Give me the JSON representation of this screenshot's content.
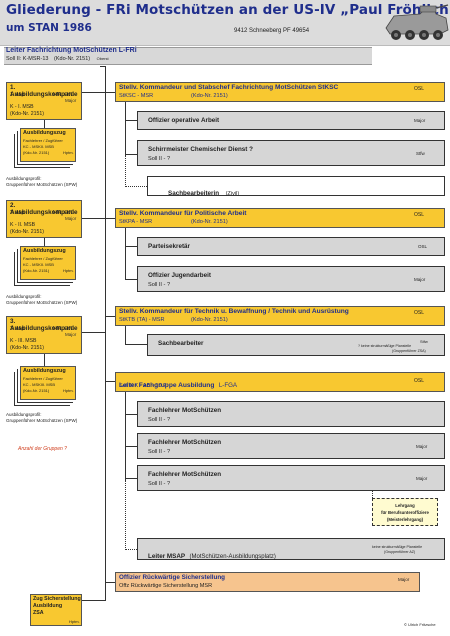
{
  "header": {
    "title": "Gliederung - FRi Motschützen an der US-IV „Paul Fröhlich“",
    "subtitle": "um STAN 1986",
    "address": "9412 Schneeberg PF 49654"
  },
  "leiter": {
    "title": "Leiter Fachrichtung MotSchützen L-FRi",
    "soll": "Soll II:   K-MSR-13",
    "kdo": "(Kdo-Nr. 2151)",
    "rank": "Oberst"
  },
  "companies": [
    {
      "title": "1. Ausbildungskompanie",
      "akp": "1. Akp",
      "hfl": "HFL / KC",
      "rank": "Major",
      "msb": "K - I. MSB",
      "kdo": "(Kdo-Nr. 2151)",
      "zug_title": "Ausbildungszug",
      "zug_l1": "Fachlehrer / Zugführer",
      "zug_l2": "KC - MSKII. MSB",
      "zug_l3": "(Kdo-Nr. 2151)",
      "zug_rank": "Hptm.",
      "profil1": "Ausbildungsprofil:",
      "profil2": "Gruppenführer MotSchützen (SPW)"
    },
    {
      "title": "2. Ausbildungskompanie",
      "akp": "2. Akp",
      "hfl": "HFL / KC",
      "rank": "Major",
      "msb": "K - II. MSB",
      "kdo": "(Kdo-Nr. 2151)",
      "zug_title": "Ausbildungszug",
      "zug_l1": "Fachlehrer / Zugführer",
      "zug_l2": "KC - MSKII. MSB",
      "zug_l3": "(Kdo-Nr. 2151)",
      "zug_rank": "Hptm.",
      "profil1": "Ausbildungsprofil:",
      "profil2": "Gruppenführer MotSchützen (SPW)"
    },
    {
      "title": "3. Ausbildungskompanie",
      "akp": "3. Akp",
      "hfl": "HFL / KC",
      "rank": "Major",
      "msb": "K - III. MSB",
      "kdo": "(Kdo-Nr. 2151)",
      "zug_title": "Ausbildungszug",
      "zug_l1": "Fachlehrer / Zugführer",
      "zug_l2": "KC - MSKIII. MSB",
      "zug_l3": "(Kdo-Nr. 2151)",
      "zug_rank": "Hptm.",
      "profil1": "Ausbildungsprofil:",
      "profil2": "Gruppenführer MotSchützen (SPW)"
    }
  ],
  "anzahl_note": "Anzahl der Gruppen ?",
  "sicherung": {
    "title": "Zug Sicherstellung",
    "l1": "Ausbildung",
    "l2": "ZSA",
    "rank": "Hptm."
  },
  "right": {
    "kdr_stabschef": {
      "title": "Stellv. Kommandeur und Stabschef Fachrichtung MotSchützen StKSC",
      "sub": "StKSC - MSR",
      "kdo": "(Kdo-Nr. 2151)",
      "rank": "OSL"
    },
    "offizier_op": {
      "title": "Offizier operative Arbeit",
      "rank": "Major"
    },
    "schirrmeister": {
      "title": "Schirrmeister Chemischer Dienst ?",
      "soll": "Soll II - ?",
      "rank": "Stfw"
    },
    "sachbearbeiterin": {
      "title": "Sachbearbeiterin",
      "sub": "(Zivil)"
    },
    "kdr_polit": {
      "title": "Stellv. Kommandeur für Politische Arbeit",
      "sub": "StKPA - MSR",
      "kdo": "(Kdo-Nr. 2151)",
      "rank": "OSL"
    },
    "parteisekretaer": {
      "title": "Parteisekretär",
      "rank": "OSL"
    },
    "jugendarbeit": {
      "title": "Offizier Jugendarbeit",
      "soll": "Soll II - ?",
      "rank": "Major"
    },
    "kdr_technik": {
      "title": "Stellv. Kommandeur für Technik u. Bewaffnung / Technik und Ausrüstung",
      "sub": "StKTB (TA) - MSR",
      "kdo": "(Kdo-Nr. 2151)",
      "rank": "OSL"
    },
    "sachbearbeiter": {
      "title": "Sachbearbeiter",
      "rank": "Stfw",
      "note1": "? keine strukturmäßige Planstelle",
      "note2": "(Gruppenführer ZSA)"
    },
    "fachgruppe": {
      "title_bold": "Leiter Fachgruppe Ausbildung",
      "title_plain": "L-FGA",
      "soll": "Soll II  K - AB - 10  ?",
      "rank": "OSL"
    },
    "fachlehrer": [
      {
        "title": "Fachlehrer MotSchützen",
        "soll": "Soll II - ?"
      },
      {
        "title": "Fachlehrer MotSchützen",
        "soll": "Soll II - ?",
        "rank": "Major"
      },
      {
        "title": "Fachlehrer MotSchützen",
        "soll": "Soll II - ?",
        "rank": "Major"
      }
    ],
    "lehrgang": {
      "l1": "Lehrgang",
      "l2": "für Berufsunteroffiziere",
      "l3": "(Meisterlehrgang)"
    },
    "msap": {
      "title_bold": "Leiter MSAP",
      "title_plain": "(MotSchützen-Ausbildungsplatz)",
      "note1": "keine strukturmäßige Planstelle",
      "note2": "(Gruppenführer AZ)"
    },
    "rueckwaertig": {
      "title": "Offizier Rückwärtige Sicherstellung",
      "sub": "Offz Rückwärtige Sicherstellung MSR",
      "rank": "Major"
    }
  },
  "credit": "© Ulrich Fritzsche"
}
